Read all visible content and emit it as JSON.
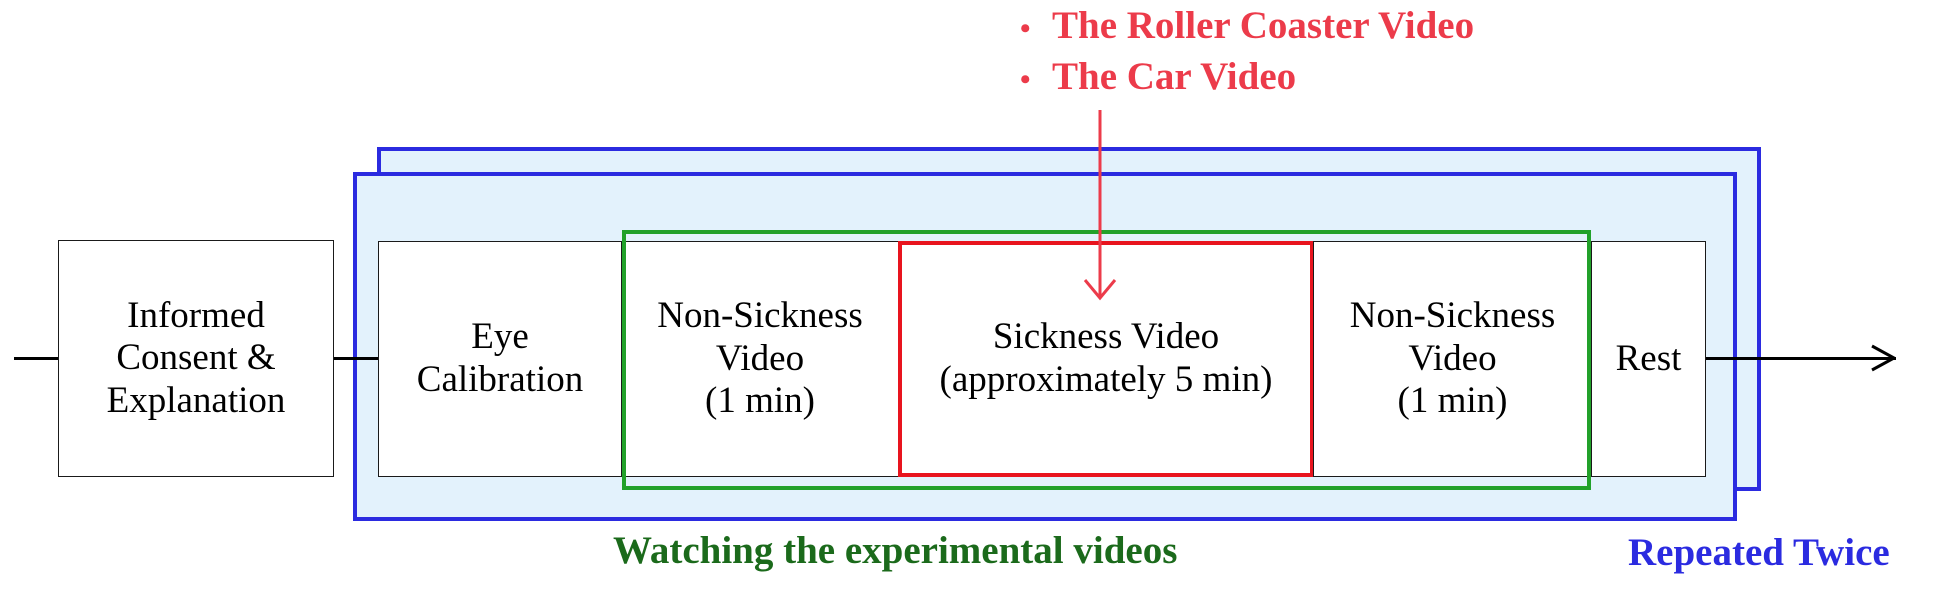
{
  "diagram": {
    "steps": {
      "consent": "Informed\nConsent &\nExplanation",
      "eye_calibration": "Eye\nCalibration",
      "non_sickness_1": "Non-Sickness\nVideo\n(1 min)",
      "sickness": "Sickness Video\n(approximately 5 min)",
      "non_sickness_2": "Non-Sickness\nVideo\n(1 min)",
      "rest": "Rest"
    },
    "sickness_videos": [
      "The Roller Coaster Video",
      "The Car Video"
    ],
    "bullet": "•",
    "group_label": "Watching the experimental videos",
    "repeat_label": "Repeated Twice"
  },
  "colors": {
    "repeat_blue": "#2b2be0",
    "repeat_fill": "#e3f2fc",
    "group_green": "#22a12a",
    "group_label_green": "#1b6a1b",
    "sickness_red": "#e8141e",
    "video_list_red": "#ec3b4a"
  }
}
